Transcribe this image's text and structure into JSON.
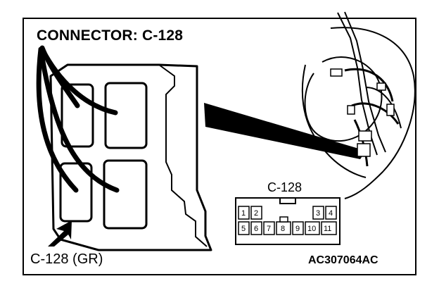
{
  "diagram": {
    "title": "CONNECTOR: C-128",
    "face_label": "C-128",
    "location_label": "C-128 (GR)",
    "figure_code": "AC307064AC"
  },
  "pinout": {
    "top_row": [
      "1",
      "2",
      "",
      "",
      "3",
      "4"
    ],
    "bottom_row": [
      "5",
      "6",
      "7",
      "8",
      "9",
      "10",
      "11"
    ]
  }
}
